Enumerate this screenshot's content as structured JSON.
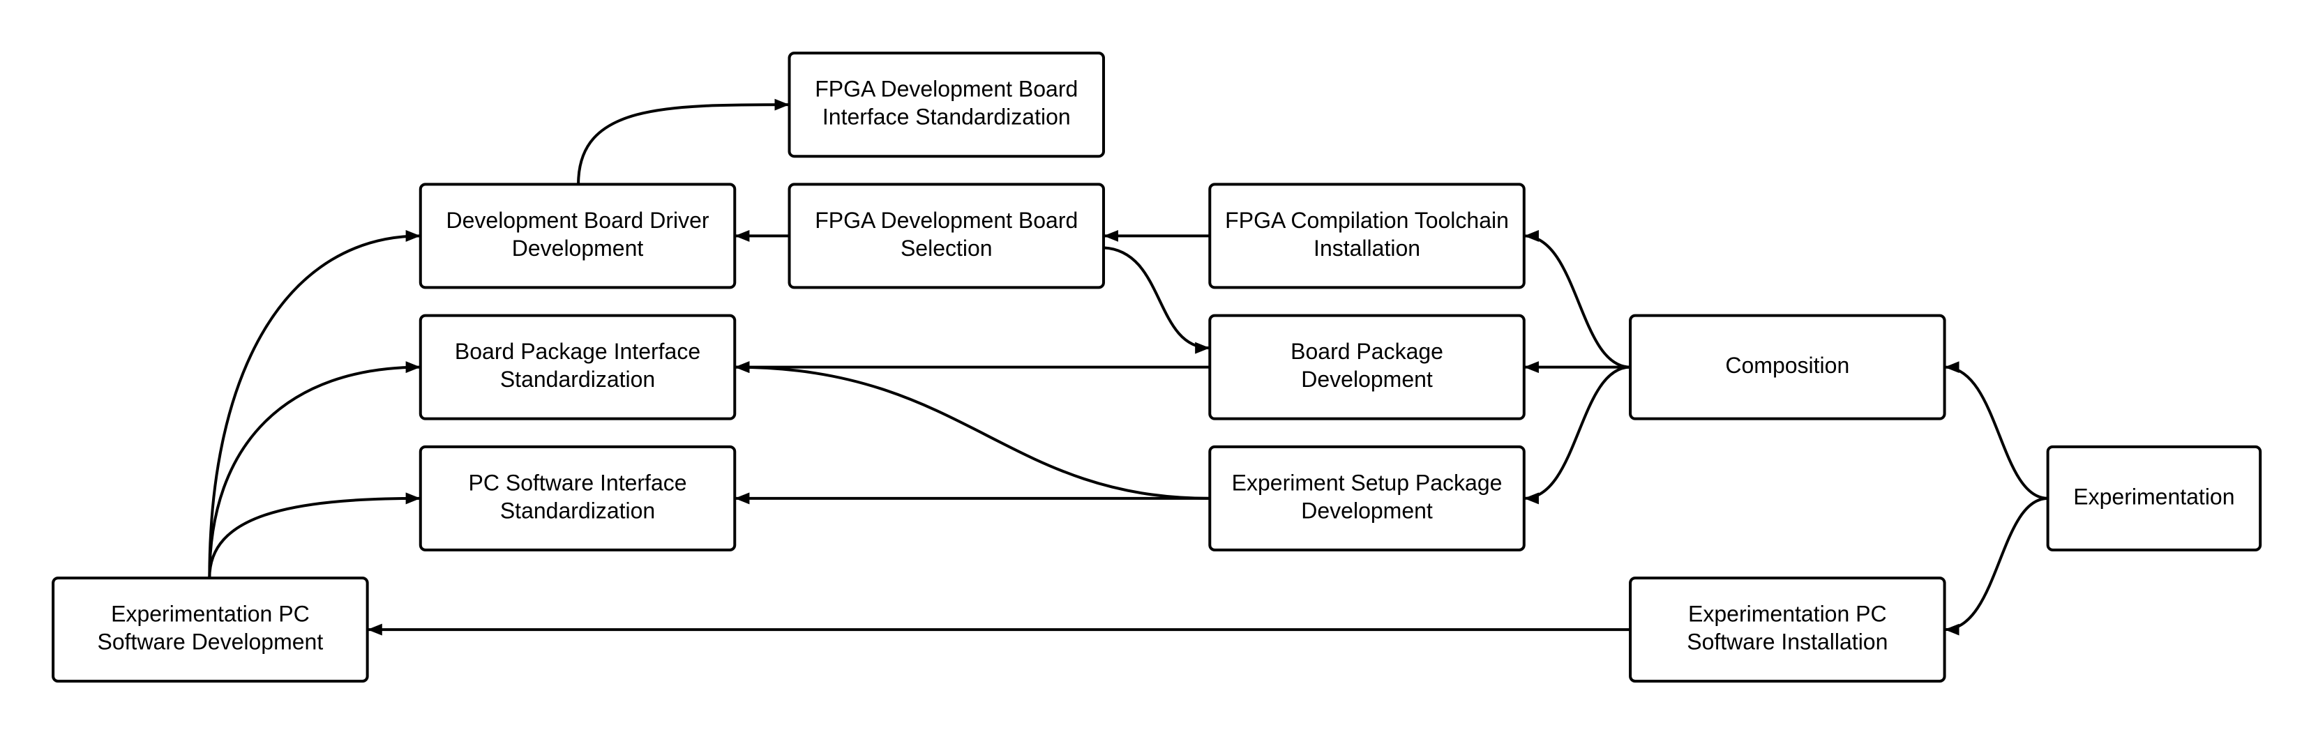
{
  "nodes": {
    "fpga_interface_std": [
      "FPGA Development Board",
      "Interface Standardization"
    ],
    "driver_dev": [
      "Development Board Driver",
      "Development"
    ],
    "fpga_selection": [
      "FPGA Development Board",
      "Selection"
    ],
    "toolchain_install": [
      "FPGA Compilation Toolchain",
      "Installation"
    ],
    "board_pkg_interface_std": [
      "Board Package Interface",
      "Standardization"
    ],
    "board_pkg_dev": [
      "Board Package",
      "Development"
    ],
    "composition": [
      "Composition"
    ],
    "pc_sw_interface_std": [
      "PC Software Interface",
      "Standardization"
    ],
    "exp_setup_pkg_dev": [
      "Experiment Setup Package",
      "Development"
    ],
    "experimentation": [
      "Experimentation"
    ],
    "exp_pc_sw_dev": [
      "Experimentation PC",
      "Software Development"
    ],
    "exp_pc_sw_install": [
      "Experimentation PC",
      "Software Installation"
    ]
  },
  "edges": [
    [
      "driver_dev",
      "fpga_interface_std"
    ],
    [
      "fpga_selection",
      "driver_dev"
    ],
    [
      "toolchain_install",
      "fpga_selection"
    ],
    [
      "fpga_selection",
      "board_pkg_dev"
    ],
    [
      "board_pkg_dev",
      "board_pkg_interface_std"
    ],
    [
      "exp_setup_pkg_dev",
      "board_pkg_interface_std"
    ],
    [
      "exp_setup_pkg_dev",
      "pc_sw_interface_std"
    ],
    [
      "composition",
      "toolchain_install"
    ],
    [
      "composition",
      "board_pkg_dev"
    ],
    [
      "composition",
      "exp_setup_pkg_dev"
    ],
    [
      "experimentation",
      "composition"
    ],
    [
      "experimentation",
      "exp_pc_sw_install"
    ],
    [
      "exp_pc_sw_install",
      "exp_pc_sw_dev"
    ],
    [
      "exp_pc_sw_dev",
      "driver_dev"
    ],
    [
      "exp_pc_sw_dev",
      "board_pkg_interface_std"
    ],
    [
      "exp_pc_sw_dev",
      "pc_sw_interface_std"
    ]
  ],
  "colors": {
    "stroke": "#000000",
    "fill": "#ffffff",
    "text": "#000000"
  }
}
